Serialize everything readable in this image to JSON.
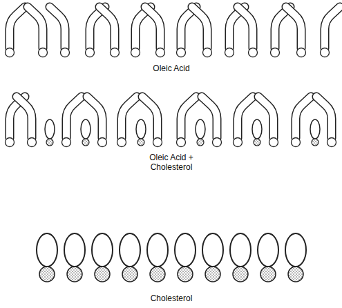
{
  "diagram": {
    "labels": [
      "Oleic Acid",
      "Oleic Acid + Cholesterol",
      "Cholesterol"
    ]
  }
}
